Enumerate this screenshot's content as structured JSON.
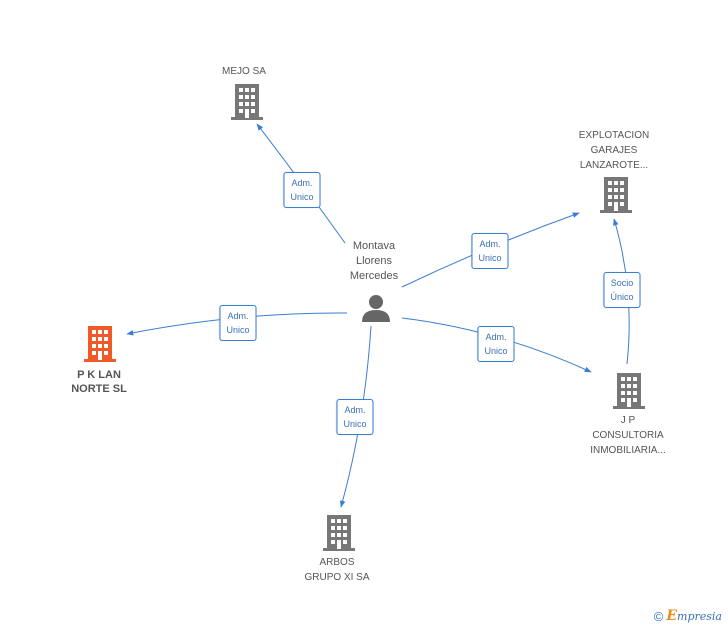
{
  "person": {
    "label": "Montava\nLlorens\nMercedes",
    "icon": "person-icon",
    "color": "#666666"
  },
  "companies": [
    {
      "id": "mejo",
      "label": "MEJO SA",
      "highlight": false
    },
    {
      "id": "explotacion",
      "label": "EXPLOTACION\nGARAJES\nLANZAROTE...",
      "highlight": false
    },
    {
      "id": "pklan",
      "label": "P K LAN\nNORTE SL",
      "highlight": true
    },
    {
      "id": "jp",
      "label": "J P\nCONSULTORIA\nINMOBILIARIA...",
      "highlight": false
    },
    {
      "id": "arbos",
      "label": "ARBOS\nGRUPO XI SA",
      "highlight": false
    }
  ],
  "relations": [
    {
      "id": "r-mejo",
      "line1": "Adm.",
      "line2": "Unico"
    },
    {
      "id": "r-explotacion",
      "line1": "Adm.",
      "line2": "Unico"
    },
    {
      "id": "r-pklan",
      "line1": "Adm.",
      "line2": "Unico"
    },
    {
      "id": "r-jp",
      "line1": "Adm.",
      "line2": "Unico"
    },
    {
      "id": "r-arbos",
      "line1": "Adm.",
      "line2": "Unico"
    },
    {
      "id": "r-socio",
      "line1": "Socio",
      "line2": "Único"
    }
  ],
  "colors": {
    "edge": "#3a7fd0",
    "building": "#777777",
    "building_highlight": "#f05a28"
  },
  "footer": {
    "copyright_symbol": "©",
    "brand_first": "E",
    "brand_rest": "mpresia"
  }
}
